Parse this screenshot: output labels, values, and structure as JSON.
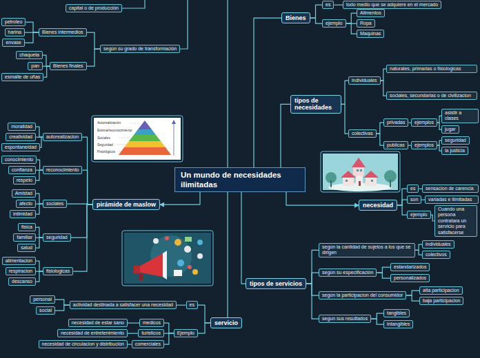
{
  "diagram": {
    "nodes": [
      {
        "text": [
          "Un mundo de necesidades ilimitadas"
        ]
      },
      {
        "text": [
          "capital o de producción"
        ]
      },
      {
        "text": [
          "según su grado de transformación"
        ]
      },
      {
        "text": [
          "Bienes intermedios"
        ]
      },
      {
        "text": [
          "petroleo"
        ]
      },
      {
        "text": [
          "harina"
        ]
      },
      {
        "text": [
          "envase"
        ]
      },
      {
        "text": [
          "Bienes finales"
        ]
      },
      {
        "text": [
          "chaqueta"
        ]
      },
      {
        "text": [
          "pan"
        ]
      },
      {
        "text": [
          "esmalte de uñas"
        ]
      },
      {
        "text": [
          "Bienes"
        ]
      },
      {
        "text": [
          "es"
        ]
      },
      {
        "text": [
          "todo medio que se adquiere en el mercado"
        ]
      },
      {
        "text": [
          "ejemplo"
        ]
      },
      {
        "text": [
          "Alimentos"
        ]
      },
      {
        "text": [
          "Ropa"
        ]
      },
      {
        "text": [
          "Maquinas"
        ]
      },
      {
        "text": [
          "tipos de necesidades"
        ]
      },
      {
        "text": [
          "individuales"
        ]
      },
      {
        "text": [
          "naturales, primarias o fisiologicas"
        ]
      },
      {
        "text": [
          "sociales, secundarias o de civilizacion"
        ]
      },
      {
        "text": [
          "colectivas"
        ]
      },
      {
        "text": [
          "privadas"
        ]
      },
      {
        "text": [
          "ejemplos"
        ]
      },
      {
        "text": [
          "asistir a clases"
        ]
      },
      {
        "text": [
          "jugar"
        ]
      },
      {
        "text": [
          "publicas"
        ]
      },
      {
        "text": [
          "ejemplos"
        ]
      },
      {
        "text": [
          "seguridad"
        ]
      },
      {
        "text": [
          "la justicia"
        ]
      },
      {
        "text": [
          "necesidad"
        ]
      },
      {
        "text": [
          "es"
        ]
      },
      {
        "text": [
          "sensacion de carencia"
        ]
      },
      {
        "text": [
          "son"
        ]
      },
      {
        "text": [
          "variadas e ilimitadas"
        ]
      },
      {
        "text": [
          "ejemplo"
        ]
      },
      {
        "text": [
          "Cuando una persona contratara un servicio para satisfacerse"
        ]
      },
      {
        "text": [
          "tipos de servicios"
        ]
      },
      {
        "text": [
          "según la cantidad de sujetos a los que se dirigen"
        ]
      },
      {
        "text": [
          "individuales"
        ]
      },
      {
        "text": [
          "colectivos"
        ]
      },
      {
        "text": [
          "según su especificación"
        ]
      },
      {
        "text": [
          "estandarizados"
        ]
      },
      {
        "text": [
          "personalizados"
        ]
      },
      {
        "text": [
          "según la participacion del consumidor"
        ]
      },
      {
        "text": [
          "alta participacion"
        ]
      },
      {
        "text": [
          "baja participacion"
        ]
      },
      {
        "text": [
          "segun sus resultados"
        ]
      },
      {
        "text": [
          "tangibles"
        ]
      },
      {
        "text": [
          "intangibles"
        ]
      },
      {
        "text": [
          "pirámide de maslow"
        ]
      },
      {
        "text": [
          "autorealizacion"
        ]
      },
      {
        "text": [
          "moralidad"
        ]
      },
      {
        "text": [
          "creatividad"
        ]
      },
      {
        "text": [
          "espontaneidad"
        ]
      },
      {
        "text": [
          "reconocimiento"
        ]
      },
      {
        "text": [
          "conocimiento"
        ]
      },
      {
        "text": [
          "confianza"
        ]
      },
      {
        "text": [
          "respeto"
        ]
      },
      {
        "text": [
          "sociales"
        ]
      },
      {
        "text": [
          "Amistad"
        ]
      },
      {
        "text": [
          "afecto"
        ]
      },
      {
        "text": [
          "intimidad"
        ]
      },
      {
        "text": [
          "seguridad"
        ]
      },
      {
        "text": [
          "fisica"
        ]
      },
      {
        "text": [
          "familiar"
        ]
      },
      {
        "text": [
          "salud"
        ]
      },
      {
        "text": [
          "fisiologicas"
        ]
      },
      {
        "text": [
          "alimentacion"
        ]
      },
      {
        "text": [
          "respiracion"
        ]
      },
      {
        "text": [
          "descanso"
        ]
      },
      {
        "text": [
          "servicio"
        ]
      },
      {
        "text": [
          "es"
        ]
      },
      {
        "text": [
          "actividad destinada a satisfacer una necesidad"
        ]
      },
      {
        "text": [
          "personal"
        ]
      },
      {
        "text": [
          "social"
        ]
      },
      {
        "text": [
          "Ejemplo"
        ]
      },
      {
        "text": [
          "medicos"
        ]
      },
      {
        "text": [
          "turisticos"
        ]
      },
      {
        "text": [
          "comerciales"
        ]
      },
      {
        "text": [
          "necesidad de estar sano"
        ]
      },
      {
        "text": [
          "necesidad de entretenimiento"
        ]
      },
      {
        "text": [
          "necesidad de circulacion y distribucion"
        ]
      }
    ],
    "edges": [
      {
        "from": 2,
        "to": 3,
        "arrow": "none"
      },
      {
        "from": 2,
        "to": 7,
        "arrow": "none"
      },
      {
        "from": 3,
        "to": 4,
        "arrow": "none"
      },
      {
        "from": 3,
        "to": 5,
        "arrow": "none"
      },
      {
        "from": 3,
        "to": 6,
        "arrow": "none"
      },
      {
        "from": 7,
        "to": 8,
        "arrow": "none"
      },
      {
        "from": 7,
        "to": 9,
        "arrow": "none"
      },
      {
        "from": 7,
        "to": 10,
        "arrow": "none"
      },
      {
        "from": 0,
        "to": 11,
        "arrow": "none"
      },
      {
        "from": 11,
        "to": 12,
        "arrow": "none"
      },
      {
        "from": 12,
        "to": 13,
        "arrow": "none"
      },
      {
        "from": 11,
        "to": 14,
        "arrow": "none"
      },
      {
        "from": 14,
        "to": 15,
        "arrow": "none"
      },
      {
        "from": 14,
        "to": 16,
        "arrow": "none"
      },
      {
        "from": 14,
        "to": 17,
        "arrow": "none"
      },
      {
        "from": 0,
        "to": 18,
        "arrow": "none"
      },
      {
        "from": 18,
        "to": 19,
        "arrow": "none"
      },
      {
        "from": 19,
        "to": 20,
        "arrow": "none"
      },
      {
        "from": 19,
        "to": 21,
        "arrow": "none"
      },
      {
        "from": 18,
        "to": 22,
        "arrow": "none"
      },
      {
        "from": 22,
        "to": 23,
        "arrow": "none"
      },
      {
        "from": 23,
        "to": 24,
        "arrow": "none"
      },
      {
        "from": 24,
        "to": 25,
        "arrow": "none"
      },
      {
        "from": 24,
        "to": 26,
        "arrow": "none"
      },
      {
        "from": 22,
        "to": 27,
        "arrow": "none"
      },
      {
        "from": 27,
        "to": 28,
        "arrow": "none"
      },
      {
        "from": 28,
        "to": 29,
        "arrow": "none"
      },
      {
        "from": 28,
        "to": 30,
        "arrow": "none"
      },
      {
        "from": 0,
        "to": 31,
        "arrow": "to"
      },
      {
        "from": 31,
        "to": 32,
        "arrow": "none"
      },
      {
        "from": 32,
        "to": 33,
        "arrow": "none"
      },
      {
        "from": 31,
        "to": 34,
        "arrow": "none"
      },
      {
        "from": 34,
        "to": 35,
        "arrow": "none"
      },
      {
        "from": 31,
        "to": 36,
        "arrow": "none"
      },
      {
        "from": 36,
        "to": 37,
        "arrow": "none"
      },
      {
        "from": 0,
        "to": 38,
        "arrow": "none"
      },
      {
        "from": 38,
        "to": 39,
        "arrow": "none"
      },
      {
        "from": 39,
        "to": 40,
        "arrow": "none"
      },
      {
        "from": 39,
        "to": 41,
        "arrow": "none"
      },
      {
        "from": 38,
        "to": 42,
        "arrow": "none"
      },
      {
        "from": 42,
        "to": 43,
        "arrow": "none"
      },
      {
        "from": 42,
        "to": 44,
        "arrow": "none"
      },
      {
        "from": 38,
        "to": 45,
        "arrow": "none"
      },
      {
        "from": 45,
        "to": 46,
        "arrow": "none"
      },
      {
        "from": 45,
        "to": 47,
        "arrow": "none"
      },
      {
        "from": 38,
        "to": 48,
        "arrow": "none"
      },
      {
        "from": 48,
        "to": 49,
        "arrow": "none"
      },
      {
        "from": 48,
        "to": 50,
        "arrow": "none"
      },
      {
        "from": 0,
        "to": 51,
        "arrow": "to"
      },
      {
        "from": 51,
        "to": 52,
        "arrow": "none"
      },
      {
        "from": 52,
        "to": 53,
        "arrow": "none"
      },
      {
        "from": 52,
        "to": 54,
        "arrow": "none"
      },
      {
        "from": 52,
        "to": 55,
        "arrow": "none"
      },
      {
        "from": 51,
        "to": 56,
        "arrow": "none"
      },
      {
        "from": 56,
        "to": 57,
        "arrow": "none"
      },
      {
        "from": 56,
        "to": 58,
        "arrow": "none"
      },
      {
        "from": 56,
        "to": 59,
        "arrow": "none"
      },
      {
        "from": 51,
        "to": 60,
        "arrow": "none"
      },
      {
        "from": 60,
        "to": 61,
        "arrow": "none"
      },
      {
        "from": 60,
        "to": 62,
        "arrow": "none"
      },
      {
        "from": 60,
        "to": 63,
        "arrow": "none"
      },
      {
        "from": 51,
        "to": 64,
        "arrow": "none"
      },
      {
        "from": 64,
        "to": 65,
        "arrow": "none"
      },
      {
        "from": 64,
        "to": 66,
        "arrow": "none"
      },
      {
        "from": 64,
        "to": 67,
        "arrow": "none"
      },
      {
        "from": 51,
        "to": 68,
        "arrow": "none"
      },
      {
        "from": 68,
        "to": 69,
        "arrow": "none"
      },
      {
        "from": 68,
        "to": 70,
        "arrow": "none"
      },
      {
        "from": 68,
        "to": 71,
        "arrow": "none"
      },
      {
        "from": 0,
        "to": 72,
        "arrow": "none"
      },
      {
        "from": 72,
        "to": 73,
        "arrow": "none"
      },
      {
        "from": 73,
        "to": 74,
        "arrow": "none"
      },
      {
        "from": 74,
        "to": 75,
        "arrow": "none"
      },
      {
        "from": 74,
        "to": 76,
        "arrow": "none"
      },
      {
        "from": 72,
        "to": 77,
        "arrow": "none"
      },
      {
        "from": 77,
        "to": 78,
        "arrow": "none"
      },
      {
        "from": 77,
        "to": 79,
        "arrow": "none"
      },
      {
        "from": 77,
        "to": 80,
        "arrow": "none"
      },
      {
        "from": 78,
        "to": 81,
        "arrow": "none"
      },
      {
        "from": 79,
        "to": 82,
        "arrow": "none"
      },
      {
        "from": 80,
        "to": 83,
        "arrow": "none"
      }
    ],
    "labels": [
      "Autorealización",
      "Estima/reconocimiento",
      "Sociales",
      "Seguridad",
      "Fisiológicos"
    ]
  }
}
